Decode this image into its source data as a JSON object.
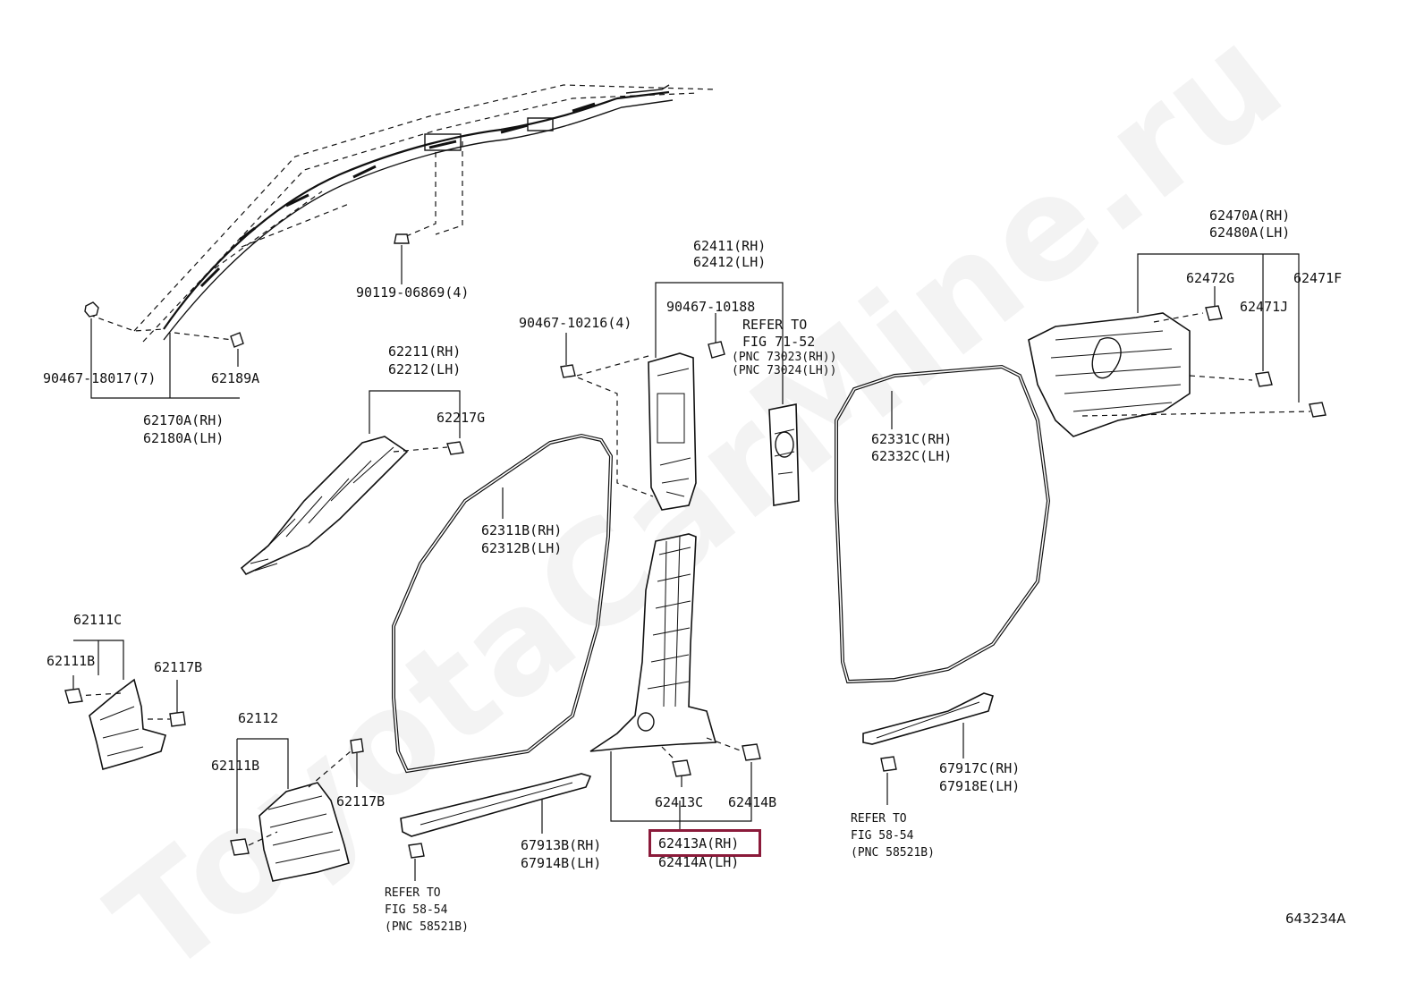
{
  "watermark": "ToyotaCarMine.ru",
  "figure_id": "643234A",
  "highlight_color": "#8b1a3a",
  "labels": {
    "p90119": "90119-06869(4)",
    "p90467_18017": "90467-18017(7)",
    "p62189A": "62189A",
    "p62170A": "62170A(RH)",
    "p62180A": "62180A(LH)",
    "p62211": "62211(RH)",
    "p62212": "62212(LH)",
    "p62217G": "62217G",
    "p90467_10216": "90467-10216(4)",
    "p62411": "62411(RH)",
    "p62412": "62412(LH)",
    "p90467_10188": "90467-10188",
    "ref71_1": "REFER TO",
    "ref71_2": "FIG 71-52",
    "ref71_3": "(PNC 73023(RH))",
    "ref71_4": "(PNC 73024(LH))",
    "p62470A": "62470A(RH)",
    "p62480A": "62480A(LH)",
    "p62472G": "62472G",
    "p62471F": "62471F",
    "p62471J": "62471J",
    "p62331C": "62331C(RH)",
    "p62332C": "62332C(LH)",
    "p62311B": "62311B(RH)",
    "p62312B": "62312B(LH)",
    "p62111C": "62111C",
    "p62111B_a": "62111B",
    "p62117B_a": "62117B",
    "p62112": "62112",
    "p62111B_b": "62111B",
    "p62117B_b": "62117B",
    "p62413C": "62413C",
    "p62414B": "62414B",
    "p62413A": "62413A(RH)",
    "p62414A": "62414A(LH)",
    "p67913B": "67913B(RH)",
    "p67914B": "67914B(LH)",
    "p67917C": "67917C(RH)",
    "p67918E": "67918E(LH)",
    "ref58a_1": "REFER TO",
    "ref58a_2": "FIG 58-54",
    "ref58a_3": "(PNC 58521B)",
    "ref58b_1": "REFER TO",
    "ref58b_2": "FIG 58-54",
    "ref58b_3": "(PNC 58521B)"
  }
}
